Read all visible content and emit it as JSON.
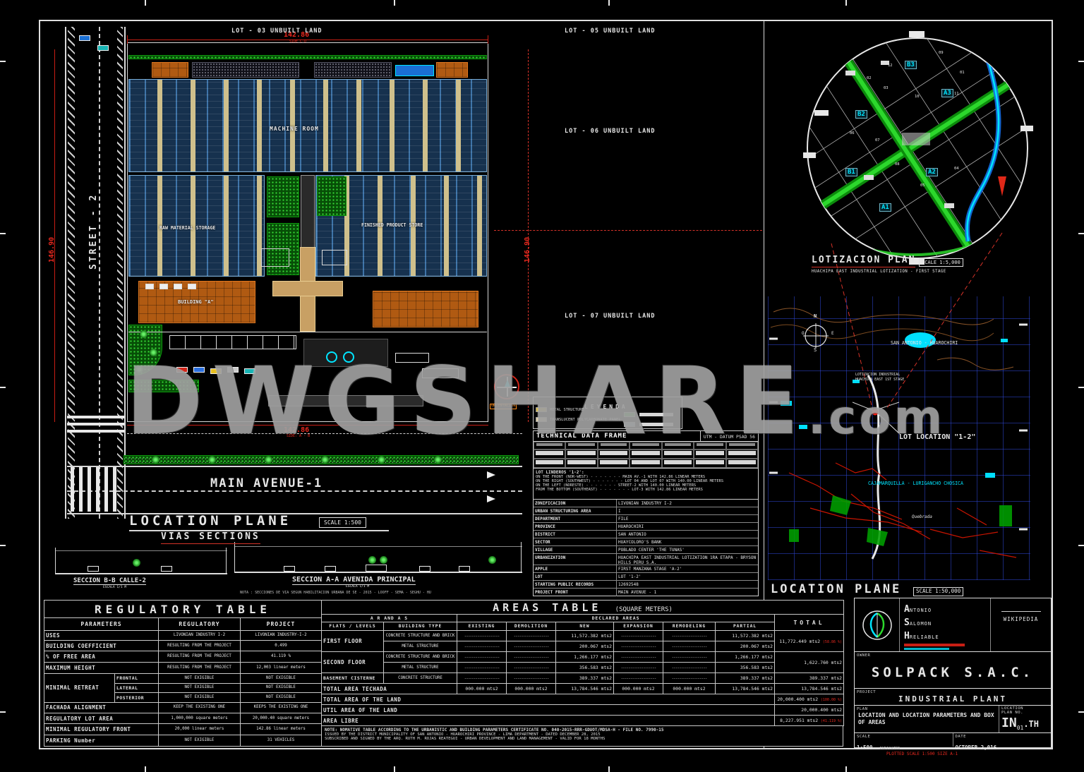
{
  "watermark": {
    "main": "DWGSHARE",
    "suffix": ".com"
  },
  "site": {
    "lot03": "LOT - 03 UNBUILT LAND",
    "lot05": "LOT - 05 UNBUILT LAND",
    "lot06": "LOT - 06 UNBUILT LAND",
    "lot07": "LOT - 07 UNBUILT LAND",
    "street": "STREET - 2",
    "dim_top": "142.86",
    "dim_top_side": "SIDE C-D",
    "dim_left": "146.90",
    "dim_right": "146.90",
    "dim_bottom": "142.86",
    "dim_bottom_side": "SIDE: A - B",
    "machine_room": "MACHINE ROOM",
    "raw_material_storage": "RAW MATERIAL STORAGE",
    "finished_product_store": "FINISHED PRODUCT STORE",
    "building_a": "BUILDING \"A\"",
    "orientacion": "ORIENTACION",
    "main_avenue": "MAIN AVENUE-1"
  },
  "loc_plane": {
    "title": "LOCATION PLANE",
    "scale": "SCALE 1:500"
  },
  "vias": {
    "title": "VIAS SECTIONS",
    "b_label": "SECCION B-B CALLE-2",
    "b_scale": "ESCALA 1/1 M",
    "a_label": "SECCION A-A AVENIDA PRINCIPAL",
    "a_scale": "ESCALA 1/1 M",
    "note": "NOTA : SECCIONES DE VIA SEGUN HABILITACION URBANA DE SE - 2015 - LOOFF - SEMA - SEGHU - HU"
  },
  "leyenda": {
    "title": "LEYENDA",
    "items": [
      {
        "label": "METAL STRUCTURE"
      },
      {
        "label": "TRANSLUCENT POLYCARBONATE PANEL"
      }
    ]
  },
  "technical": {
    "title": "TECHNICAL DATA FRAME",
    "utm": "UTM - DATUM PSAD 56",
    "linderos": [
      "LOT LINDEROS '1-2':",
      "ON THE FRONT (NOR-WEST) - - - - - - - MAIN AV.-1 WITH 142.86 LINEAR METERS",
      "ON THE RIGHT (SOUTHWEST) - - - - - - - LOT 04 AND LOT 07 WITH 140.00 LINEAR METERS",
      "ON THE LEFT (NORESTE) - - - - - - - STREET-2 WITH 140.00 LINEAR METERS",
      "FROM THE BOTTOM (SOUTHEAST) - - - - - - - LOT-3 WITH 142.86 LINEAR METERS"
    ],
    "rows": [
      {
        "k": "ZONIFICACION",
        "v": "LIVONIAN INDUSTRY I-2"
      },
      {
        "k": "URBAN STRUCTURING AREA",
        "v": "I"
      },
      {
        "k": "DEPARTMENT",
        "v": "FILE"
      },
      {
        "k": "PROVINCE",
        "v": "HUAROCHIRI"
      },
      {
        "k": "DISTRICT",
        "v": "SAN ANTONIO"
      },
      {
        "k": "SECTOR",
        "v": "HUAYCOLORO'S BANK"
      },
      {
        "k": "VILLAGE",
        "v": "POBLADO CENTER 'THE TUNAS'"
      },
      {
        "k": "URBANIZATION",
        "v": "HUACHIPA EAST INDUSTRIAL LOTIZATION 1RA ETAPA - BRYSON HILLS PERU S.A."
      },
      {
        "k": "APPLE",
        "v": "FIRST MANZANA STAGE 'A-2'"
      },
      {
        "k": "LOT",
        "v": "LOT '1-2'"
      },
      {
        "k": "STARTING PUBLIC RECORDS",
        "v": "12692548"
      },
      {
        "k": "PROJECT FRONT",
        "v": "MAIN AVENUE - 1"
      }
    ]
  },
  "regulatory": {
    "title": "REGULATORY TABLE",
    "headers": [
      "PARAMETERS",
      "REGULATORY",
      "PROJECT"
    ],
    "retreat_label": "MINIMAL RETREAT",
    "rows": [
      {
        "p": "USES",
        "r": "LIVONIAN INDUSTRY I-2",
        "j": "LIVONIAN INDUSTRY-I-2"
      },
      {
        "p": "BUILDING COEFFICIENT",
        "r": "RESULTING FROM THE PROJECT",
        "j": "0.499"
      },
      {
        "p": "% OF FREE AREA",
        "r": "RESULTING FROM THE PROJECT",
        "j": "41.119 %"
      },
      {
        "p": "MAXIMUM HEIGHT",
        "r": "RESULTING FROM THE PROJECT",
        "j": "12,003 linear meters"
      },
      {
        "p": "FRONTAL",
        "r": "NOT EXIGIBLE",
        "j": "NOT EXIGIBLE"
      },
      {
        "p": "LATERAL",
        "r": "NOT EXIGIBLE",
        "j": "NOT EXIGIBLE"
      },
      {
        "p": "POSTERIOR",
        "r": "NOT EXIGIBLE",
        "j": "NOT EXIGIBLE"
      },
      {
        "p": "FACHADA ALIGNMENT",
        "r": "KEEP THE EXISTING ONE",
        "j": "KEEPS THE EXISTING ONE"
      },
      {
        "p": "REGULATORY LOT AREA",
        "r": "1,000,000 square meters",
        "j": "20,000.40 square meters"
      },
      {
        "p": "MINIMAL REGULATORY FRONT",
        "r": "20,000 linear meters",
        "j": "142.86 linear meters"
      },
      {
        "p": "PARKING Number",
        "r": "NOT EXIGIBLE",
        "j": "31 VEHICLES"
      }
    ]
  },
  "areas": {
    "title": "AREAS TABLE",
    "subtitle": "(SQUARE METERS)",
    "group_left": "A R AND A S",
    "group_right": "DECLARED AREAS",
    "col_flats": "FLATS / LEVELS",
    "col_type": "BUILDING TYPE",
    "cols": [
      "EXISTING",
      "DEMOLITION",
      "NEW",
      "EXPANSION",
      "REMODELING",
      "PARTIAL"
    ],
    "col_total": "TOTAL",
    "dash": "-------------------",
    "floors": [
      {
        "name": "FIRST FLOOR",
        "total": "11,772.449 mts2",
        "total_note": "(58.86 %)",
        "subs": [
          {
            "type": "CONCRETE STRUCTURE AND BRICK",
            "new": "11,572.382 mts2",
            "partial": "11,572.382 mts2"
          },
          {
            "type": "METAL STRUCTURE",
            "new": "200.067 mts2",
            "partial": "200.067 mts2"
          }
        ]
      },
      {
        "name": "SECOND FLOOR",
        "total": "1,622.760 mts2",
        "subs": [
          {
            "type": "CONCRETE STRUCTURE AND BRICK",
            "new": "1,266.177 mts2",
            "partial": "1,266.177 mts2"
          },
          {
            "type": "METAL STRUCTURE",
            "new": "356.583 mts2",
            "partial": "356.583 mts2"
          }
        ]
      },
      {
        "name": "BASEMENT CISTERNE",
        "total": "389.337 mts2",
        "subs": [
          {
            "type": "CONCRETE STRUCTURE",
            "new": "389.337 mts2",
            "partial": "389.337 mts2"
          }
        ]
      }
    ],
    "total_techada": {
      "name": "TOTAL AREA TECHADA",
      "existing": "000.000 mts2",
      "demolition": "000.000 mts2",
      "new": "13,784.546 mts2",
      "expansion": "000.000 mts2",
      "remodeling": "000.000 mts2",
      "partial": "13,784.546 mts2",
      "total": "13,784.546 mts2"
    },
    "summary": [
      {
        "name": "TOTAL AREA OF THE LAND",
        "total": "20,000.400 mts2",
        "note": "(100.00 %)"
      },
      {
        "name": "UTIL AREA OF THE LAND",
        "total": "20,000.400 mts2",
        "note": ""
      },
      {
        "name": "AREA LIBRE",
        "total": "8,227.951 mts2",
        "note": "(41.119 %)"
      }
    ],
    "note_lines": [
      "NOTE: NOMATIVE TABLE ACCORDING TO THE URBANISTIC AND BUILDING PARAMETERS CERTIFICATE NO. 040-2015-RRR-GDUOT/MDSA-H - FILE NO. 7990-15",
      "ISSUED BY THE DISTRICT MUNICIPALITY OF SAN ANTONIO - HUAROCHIRI PROVINCE - LIMA DEPARTMENT - DATED DECEMBER 28, 2015",
      "SUBSCRIBED AND SIGNED BY THE ARQ. RUTH M. ROJAS REATEGUI - URBAN DEVELOPMENT AND LAND MANAGEMENT - VALID FOR 18 MONTHS"
    ]
  },
  "lotizacion": {
    "title": "LOTIZACION PLAN",
    "scale": "SCALE 1:5,000",
    "subtitle": "HUACHIPA EAST INDUSTRIAL LOTIZATION - FIRST STAGE",
    "lot_labels": [
      "B3",
      "A3",
      "B2",
      "A2",
      "B1",
      "A1"
    ],
    "numbers": [
      "01",
      "02",
      "03",
      "04",
      "05",
      "06",
      "07",
      "08",
      "09",
      "10",
      "11",
      "12"
    ]
  },
  "map": {
    "title": "LOCATION PLANE",
    "scale": "SCALE 1:50,000",
    "san_antonio": "SAN ANTONIO - HUAROCHIRI",
    "lotizacion_label": "LOTIZACION INDUSTRIAL HUACHIPA EAST 1ST STAGE",
    "lot_location": "LOT LOCATION \"1-2\"",
    "cajamarquilla": "CAJAMARQUILLA - LURIGANCHO CHOSICA",
    "quebrada": "Quebrada",
    "compass": {
      "n": "N",
      "o": "O",
      "e": "E",
      "s": "S"
    }
  },
  "titleblock": {
    "brand": {
      "a": "A",
      "a_word": "NTONIO",
      "s": "S",
      "s_word": "ALOMON",
      "h": "H",
      "h_word": "RELIABLE",
      "wikipedia": "WIKIPEDIA"
    },
    "owner_label": "OWNER",
    "owner": "SOLPACK  S.A.C.",
    "project_label": "PROJECT",
    "project": "INDUSTRIAL PLANT",
    "plan_label": "PLAN",
    "plan_title": "LOCATION AND LOCATION PARAMETERS AND BOX OF AREAS",
    "location_label": "LOCATION",
    "plan_no_label": "PLAN NO.",
    "plan_no_main": "IN",
    "plan_no_sub": "01",
    "plan_no_tail": ".TH",
    "scale_label": "SCALE",
    "scale_value": "1:500",
    "scale_value2": "INDICATED",
    "date_label": "DATE",
    "date_value": "OCTOBER 2,016",
    "plotted": "PLOTTED SCALE 1:500 SIZE A-1"
  }
}
